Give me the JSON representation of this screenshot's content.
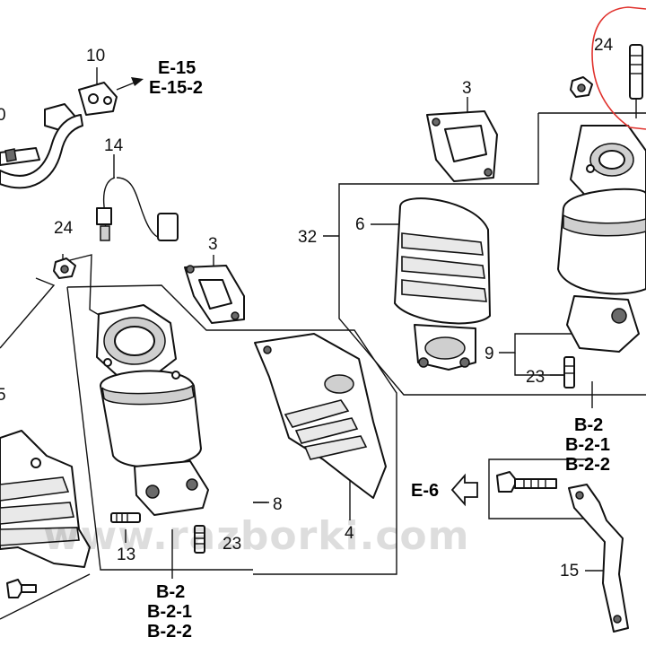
{
  "callouts": {
    "c10": "10",
    "c14": "14",
    "c24_left": "24",
    "c3_left": "3",
    "c3_right": "3",
    "c6": "6",
    "c32": "32",
    "c24_right": "24",
    "c9": "9",
    "c23_right": "23",
    "c8": "8",
    "c4": "4",
    "c13": "13",
    "c23_bottom": "23",
    "c15": "15",
    "c5_partial": "5",
    "c10_partial": "0"
  },
  "references": {
    "top_e15": "E-15",
    "top_e15_2": "E-15-2",
    "right_b2": "B-2",
    "right_b2_1": "B-2-1",
    "right_b2_2": "B-2-2",
    "bottom_b2": "B-2",
    "bottom_b2_1": "B-2-1",
    "bottom_b2_2": "B-2-2",
    "e6": "E-6"
  },
  "watermark": "www.razborki.com",
  "colors": {
    "line": "#111111",
    "highlight_circle": "#e0322d",
    "shade": "#cfcfcf",
    "background": "#ffffff"
  }
}
